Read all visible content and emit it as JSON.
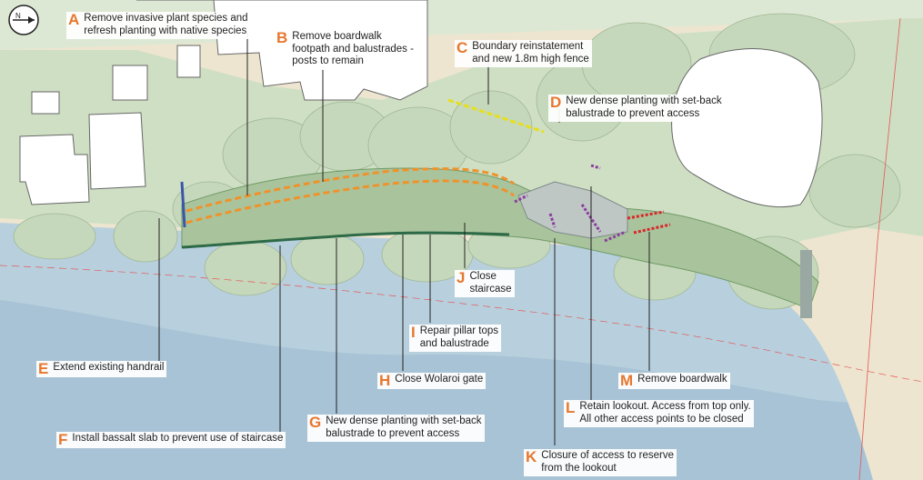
{
  "map": {
    "colors": {
      "sea": "#b8d0de",
      "sand": "#ede5cf",
      "vegetation": "#a9c49c",
      "tree_canopy": "#c6d8bb",
      "path_orange": "#f0922a",
      "fence_yellow": "#e6df1c",
      "planting_purple": "#8a3d9e",
      "boardwalk_red": "#d9262a",
      "balustrade_green": "#2e6a47",
      "handrail_blue": "#3b56a8",
      "label_letter": "#e8772e"
    },
    "north_arrow_icon": "compass-north-arrow",
    "annotations": [
      {
        "letter": "A",
        "text": "Remove invasive plant species and\nrefresh planting with native species"
      },
      {
        "letter": "B",
        "text": "Remove boardwalk\nfootpath and balustrades -\nposts to remain"
      },
      {
        "letter": "C",
        "text": "Boundary reinstatement\nand new 1.8m high fence"
      },
      {
        "letter": "D",
        "text": "New dense planting with set-back\nbalustrade to prevent access"
      },
      {
        "letter": "E",
        "text": "Extend existing handrail"
      },
      {
        "letter": "F",
        "text": "Install bassalt slab to prevent use of staircase"
      },
      {
        "letter": "G",
        "text": "New dense planting with set-back\nbalustrade to prevent access"
      },
      {
        "letter": "H",
        "text": "Close Wolaroi gate"
      },
      {
        "letter": "I",
        "text": "Repair pillar tops\nand balustrade"
      },
      {
        "letter": "J",
        "text": "Close\nstaircase"
      },
      {
        "letter": "K",
        "text": "Closure of access to reserve\nfrom the lookout"
      },
      {
        "letter": "L",
        "text": "Retain lookout. Access from top only.\nAll other access points to be closed"
      },
      {
        "letter": "M",
        "text": "Remove  boardwalk"
      }
    ]
  }
}
